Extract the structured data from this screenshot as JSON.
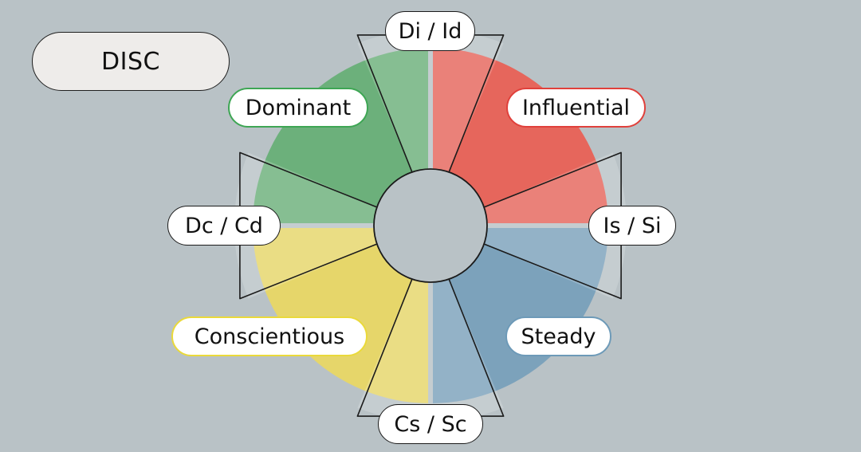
{
  "title": "DISC",
  "segments": [
    {
      "key": "dominant",
      "label": "Dominant",
      "color": "#6cb07b",
      "border": "#3ea654"
    },
    {
      "key": "influential",
      "label": "Influential",
      "color": "#e6665c",
      "border": "#e0403b"
    },
    {
      "key": "steady",
      "label": "Steady",
      "color": "#7ca2bb",
      "border": "#6d9ab8"
    },
    {
      "key": "conscientious",
      "label": "Conscientious",
      "color": "#e6d66a",
      "border": "#ead93a"
    }
  ],
  "blends": {
    "di_id": "Di / Id",
    "is_si": "Is / Si",
    "cs_sc": "Cs / Sc",
    "dc_cd": "Dc / Cd"
  },
  "colors": {
    "background": "#b9c2c6",
    "center": "#b9c2c6",
    "outline": "#1b1b1b"
  }
}
